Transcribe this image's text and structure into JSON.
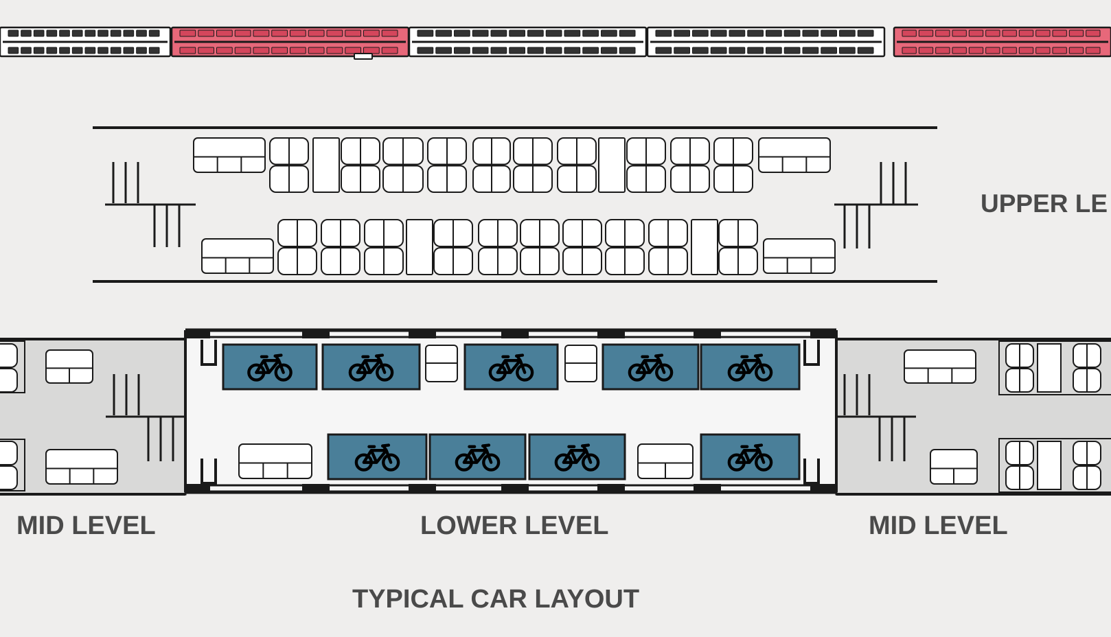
{
  "labels": {
    "upper_level": "UPPER LE",
    "mid_level_left": "MID LEVEL",
    "lower_level": "LOWER LEVEL",
    "mid_level_right": "MID LEVEL",
    "title": "TYPICAL CAR LAYOUT"
  },
  "colors": {
    "background": "#efeeed",
    "outline": "#1a1a1a",
    "highlight_car": "#e7687a",
    "bike_area": "#4a7f99",
    "mid_level_fill": "#d9d9d8",
    "label_text": "#4a4a4a"
  },
  "icons": {
    "bike": "bicycle-icon"
  },
  "bike_spaces": {
    "top_row": 5,
    "bottom_row": 4
  }
}
